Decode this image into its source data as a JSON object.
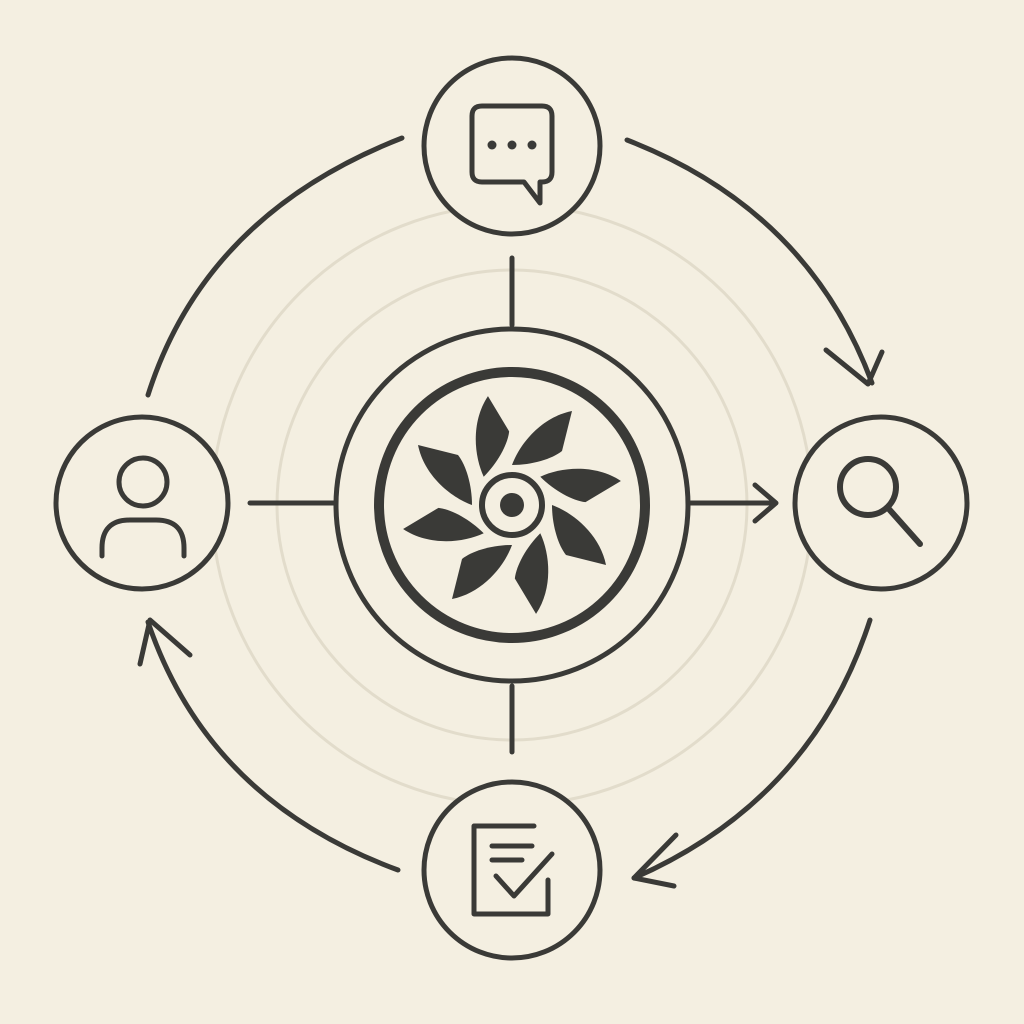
{
  "diagram": {
    "colors": {
      "background": "#f4efe1",
      "stroke": "#3a3a37",
      "faint_ring": "#e2dccb",
      "icon_fill": "#3a3a37"
    },
    "hub": {
      "icon": "fan-icon"
    },
    "nodes": [
      {
        "id": "top",
        "icon": "chat-bubble-icon"
      },
      {
        "id": "right",
        "icon": "search-icon"
      },
      {
        "id": "bottom",
        "icon": "document-check-icon"
      },
      {
        "id": "left",
        "icon": "user-icon"
      }
    ],
    "cycle": [
      "chat-bubble",
      "search",
      "document-check",
      "user"
    ]
  }
}
